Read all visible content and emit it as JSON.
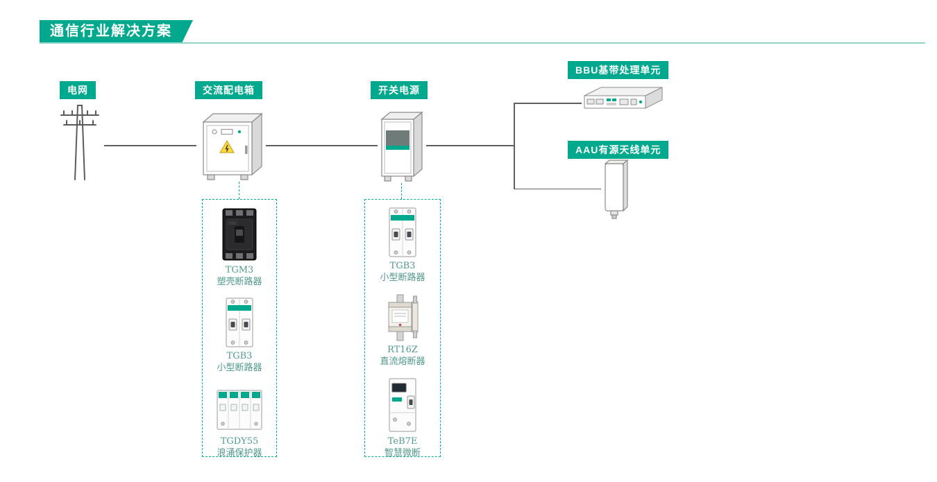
{
  "colors": {
    "accent": "#00A98E",
    "dashed_border": "#00b094",
    "line": "#5f5f5f",
    "caption_text": "#4f9a8b",
    "warning_yellow": "#ffd83d"
  },
  "header": {
    "title": "通信行业解决方案"
  },
  "diagram": {
    "grid_label": "电网",
    "dist_box_label": "交流配电箱",
    "power_label": "开关电源",
    "bbu_label": "BBU基带处理单元",
    "aau_label": "AAU有源天线单元"
  },
  "icons": {
    "grid": "utility-pole-icon",
    "dist_box": "distribution-cabinet-icon",
    "power": "power-supply-cabinet-icon",
    "bbu": "bbu-device-icon",
    "aau": "aau-antenna-icon"
  },
  "groups": {
    "dist": {
      "products": [
        {
          "model": "TGM3",
          "name": "塑壳断路器"
        },
        {
          "model": "TGB3",
          "name": "小型断路器"
        },
        {
          "model": "TGDY55",
          "name": "浪涌保护器"
        }
      ]
    },
    "power": {
      "products": [
        {
          "model": "TGB3",
          "name": "小型断路器"
        },
        {
          "model": "RT16Z",
          "name": "直流熔断器"
        },
        {
          "model": "TeB7E",
          "name": "智慧微断"
        }
      ]
    }
  }
}
